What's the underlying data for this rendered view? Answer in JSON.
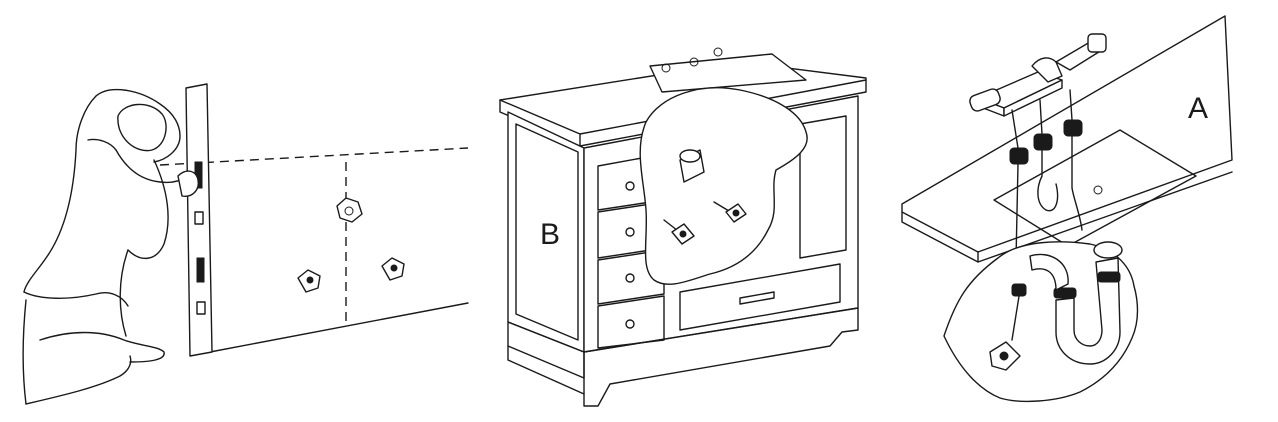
{
  "panels": [
    {
      "id": "wall-studs",
      "label": ""
    },
    {
      "id": "vanity-cabinet",
      "label": "B"
    },
    {
      "id": "plumbing-connection",
      "label": "A"
    }
  ]
}
